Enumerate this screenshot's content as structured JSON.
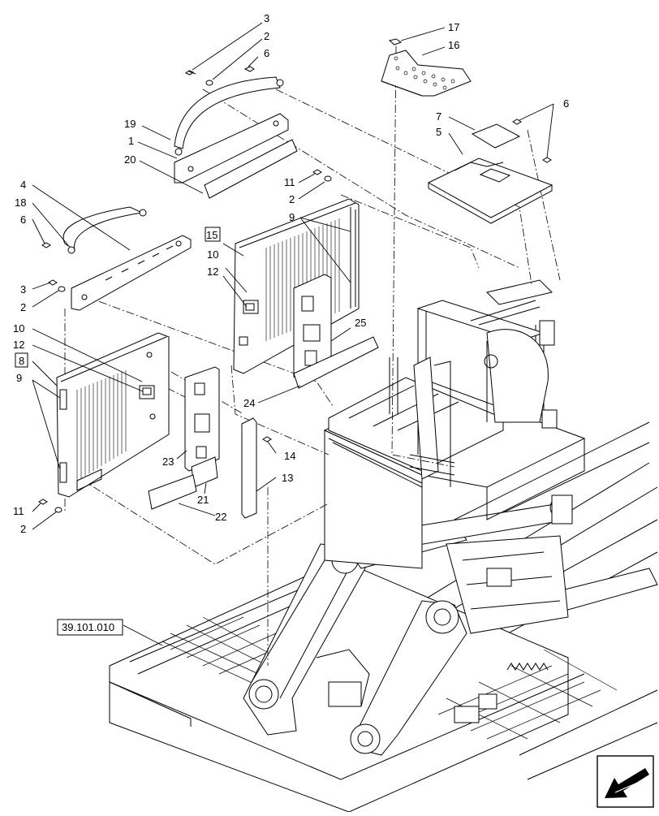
{
  "callouts": [
    {
      "id": "c3a",
      "text": "3"
    },
    {
      "id": "c2a",
      "text": "2"
    },
    {
      "id": "c6a",
      "text": "6"
    },
    {
      "id": "c17",
      "text": "17"
    },
    {
      "id": "c16",
      "text": "16"
    },
    {
      "id": "c6b",
      "text": "6"
    },
    {
      "id": "c7",
      "text": "7"
    },
    {
      "id": "c5",
      "text": "5"
    },
    {
      "id": "c19",
      "text": "19"
    },
    {
      "id": "c1",
      "text": "1"
    },
    {
      "id": "c20",
      "text": "20"
    },
    {
      "id": "c11a",
      "text": "11"
    },
    {
      "id": "c2b",
      "text": "2"
    },
    {
      "id": "c4",
      "text": "4"
    },
    {
      "id": "c18",
      "text": "18"
    },
    {
      "id": "c6c",
      "text": "6"
    },
    {
      "id": "c9a",
      "text": "9"
    },
    {
      "id": "c15",
      "text": "15"
    },
    {
      "id": "c10a",
      "text": "10"
    },
    {
      "id": "c12a",
      "text": "12"
    },
    {
      "id": "c3b",
      "text": "3"
    },
    {
      "id": "c2c",
      "text": "2"
    },
    {
      "id": "c10b",
      "text": "10"
    },
    {
      "id": "c12b",
      "text": "12"
    },
    {
      "id": "c8",
      "text": "8"
    },
    {
      "id": "c9b",
      "text": "9"
    },
    {
      "id": "c25",
      "text": "25"
    },
    {
      "id": "c24",
      "text": "24"
    },
    {
      "id": "c14",
      "text": "14"
    },
    {
      "id": "c23",
      "text": "23"
    },
    {
      "id": "c13",
      "text": "13"
    },
    {
      "id": "c21",
      "text": "21"
    },
    {
      "id": "c11b",
      "text": "11"
    },
    {
      "id": "c22",
      "text": "22"
    },
    {
      "id": "c2d",
      "text": "2"
    }
  ],
  "reference": {
    "text": "39.101.010"
  },
  "nav_icon": "next-page-arrow-icon"
}
